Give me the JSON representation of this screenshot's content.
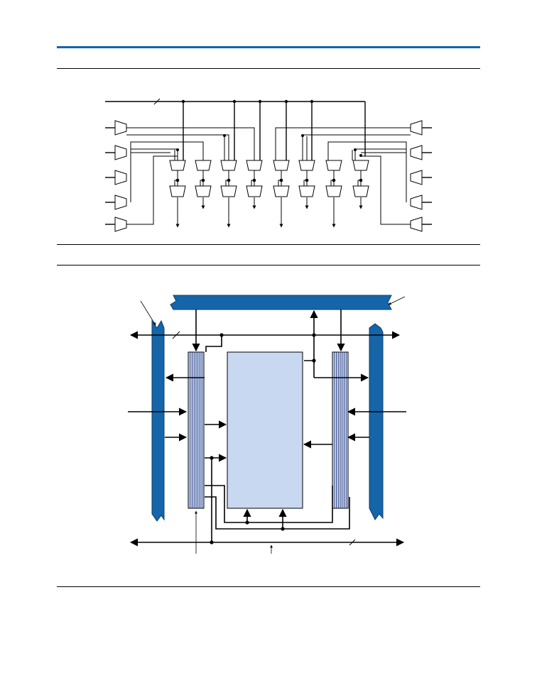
{
  "colors": {
    "accent": "#1565a8",
    "bus_fill": "#1565a8",
    "bus_stroke": "#0b3e6e",
    "register_block_fill": "#c8d8f0",
    "line": "#000000"
  },
  "figure_top": {
    "name": "mux-routing-diagram",
    "left_mux_count": 5,
    "right_mux_count": 5,
    "upper_mux_row_count": 8,
    "lower_mux_row_count": 8,
    "outputs_down": 8
  },
  "figure_bottom": {
    "name": "block-interconnect-diagram",
    "horizontal_bus_top": "blue-bus",
    "vertical_bus_left": "blue-bus",
    "vertical_bus_right": "blue-bus"
  }
}
